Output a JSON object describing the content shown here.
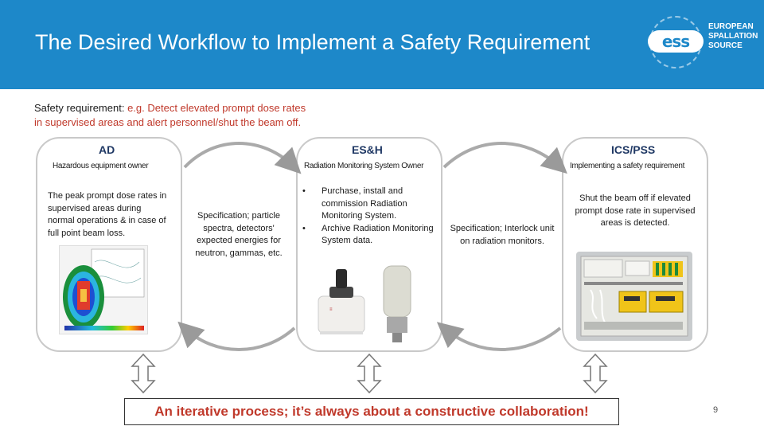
{
  "slide": {
    "title": "The Desired Workflow to Implement a Safety Requirement",
    "page_number": "9"
  },
  "logo": {
    "mark": "ess",
    "lines": [
      "EUROPEAN",
      "SPALLATION",
      "SOURCE"
    ]
  },
  "requirement": {
    "prefix": "Safety requirement: ",
    "highlight_line1": "e.g. Detect elevated prompt dose rates",
    "highlight_line2": "in supervised areas and alert personnel/shut the beam off."
  },
  "boxes": {
    "ad": {
      "title": "AD",
      "subtitle": "Hazardous equipment owner",
      "body": "The peak prompt dose rates in supervised areas during normal operations & in case of full point beam loss."
    },
    "esh": {
      "title": "ES&H",
      "subtitle": "Radiation Monitoring System Owner",
      "bullets": [
        "Purchase, install and commission Radiation Monitoring System.",
        "Archive Radiation Monitoring System data."
      ]
    },
    "ics": {
      "title": "ICS/PSS",
      "subtitle": "Implementing a safety requirement",
      "body": "Shut the beam off if elevated prompt dose rate in supervised areas is detected."
    }
  },
  "connectors": {
    "ad_to_esh": "Specification; particle spectra, detectors' expected energies for neutron, gammas, etc.",
    "esh_to_ics": "Specification; Interlock unit on radiation monitors."
  },
  "banner": {
    "text": "An iterative process; it’s always about a constructive collaboration!"
  },
  "colors": {
    "header_blue": "#1d88c9",
    "highlight_red": "#c0392b",
    "title_navy": "#1f3864",
    "box_border": "#c9c9c9"
  }
}
